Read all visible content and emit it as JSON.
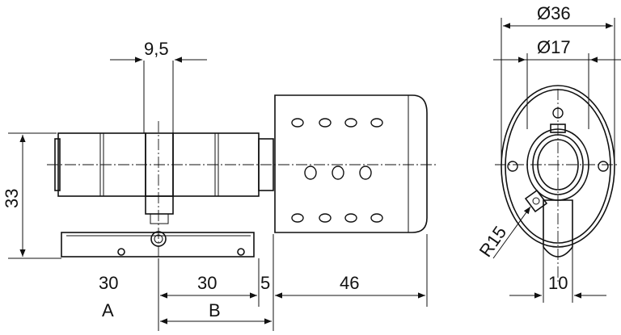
{
  "diagram": {
    "dimensions": {
      "width_top": "9,5",
      "height_left": "33",
      "len_a": "30",
      "len_b": "30",
      "len_gap": "5",
      "len_knob": "46",
      "dia_outer": "Ø36",
      "dia_inner": "Ø17",
      "radius": "R15",
      "cam_width": "10"
    },
    "labels": {
      "a": "A",
      "b": "B"
    }
  }
}
